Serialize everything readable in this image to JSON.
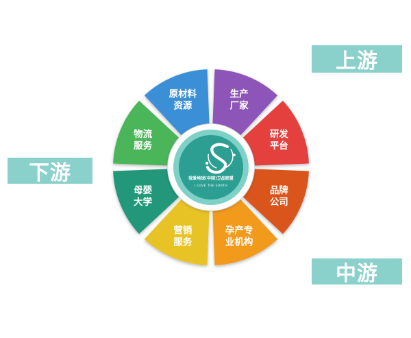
{
  "stage_tags": {
    "upstream": "上游",
    "midstream": "中游",
    "downstream": "下游"
  },
  "center": {
    "title": "我爱地球(中国)卫品联盟",
    "subtitle": "I LOVE THE EARTH",
    "logo_icon": "earth-s-swirl-logo-icon"
  },
  "segments": [
    {
      "line1": "原材料",
      "line2": "资源",
      "color": "#3b8fd6"
    },
    {
      "line1": "生产",
      "line2": "厂家",
      "color": "#8e54b8"
    },
    {
      "line1": "研发",
      "line2": "平台",
      "color": "#e43f3d"
    },
    {
      "line1": "品牌",
      "line2": "公司",
      "color": "#d9541e"
    },
    {
      "line1": "孕产专",
      "line2": "业机构",
      "color": "#f29a1e"
    },
    {
      "line1": "营销",
      "line2": "服务",
      "color": "#e8c326"
    },
    {
      "line1": "母婴",
      "line2": "大学",
      "color": "#21977a"
    },
    {
      "line1": "物流",
      "line2": "服务",
      "color": "#4bb55a"
    }
  ]
}
